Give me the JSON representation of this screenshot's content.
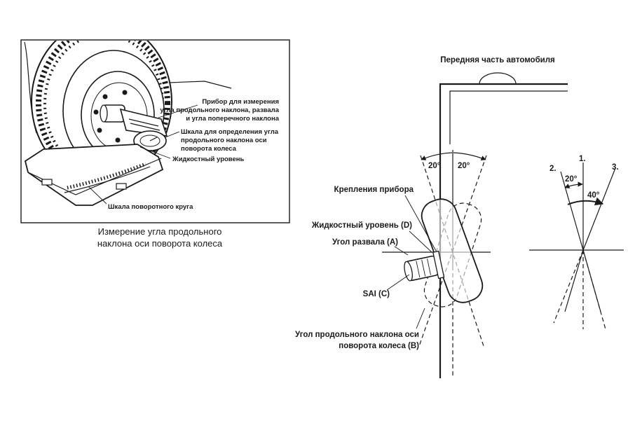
{
  "left_panel": {
    "callout_gauge": [
      "Прибор для измерения",
      "угла продольного наклона, развала",
      "и угла поперечного наклона"
    ],
    "callout_scale": [
      "Шкала для определения угла",
      "продольного наклона оси",
      "поворота колеса"
    ],
    "callout_level": "Жидкостный уровень",
    "callout_turn_scale": "Шкала поворотного круга",
    "caption": [
      "Измерение угла продольного",
      "наклона оси поворота колеса"
    ]
  },
  "right_panel": {
    "vehicle_front": "Передняя часть автомобиля",
    "angle_left": "20°",
    "angle_right": "20°",
    "label_mounts": "Крепления прибора",
    "label_level": "Жидкостный уровень (D)",
    "label_camber": "Угол развала (A)",
    "label_sai": "SAI (C)",
    "label_caster": [
      "Угол продольного наклона оси",
      "поворота колеса (B)"
    ]
  },
  "angle_diagram": {
    "line_1": "1.",
    "line_2": "2.",
    "line_3": "3.",
    "angle_small": "20°",
    "angle_large": "40°"
  }
}
